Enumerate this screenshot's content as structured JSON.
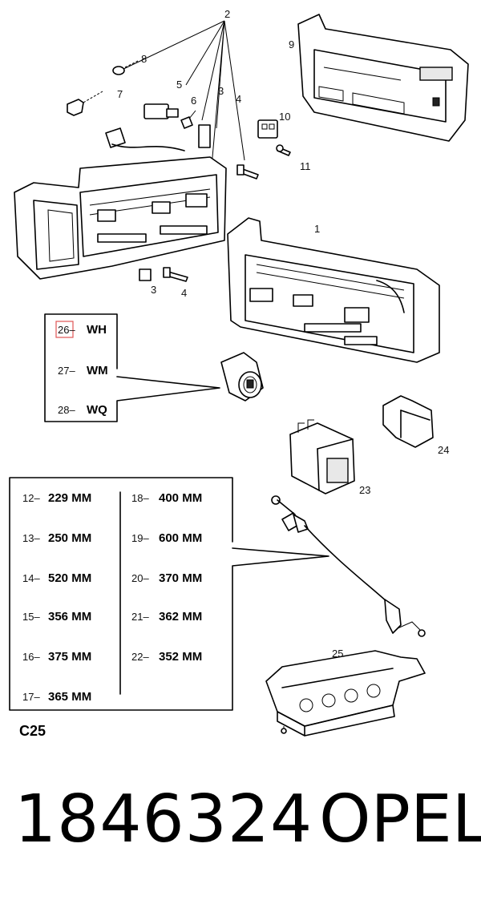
{
  "callouts": {
    "c1": "1",
    "c2": "2",
    "c3a": "3",
    "c3b": "3",
    "c4a": "4",
    "c4b": "4",
    "c5": "5",
    "c6": "6",
    "c7": "7",
    "c8": "8",
    "c9": "9",
    "c10": "10",
    "c11": "11",
    "c23": "23",
    "c24": "24",
    "c25": "25"
  },
  "connector_codes": [
    {
      "num": "26–",
      "code": "WH"
    },
    {
      "num": "27–",
      "code": "WM"
    },
    {
      "num": "28–",
      "code": "WQ"
    }
  ],
  "cable_lengths_left": [
    {
      "num": "12–",
      "value": "229 MM"
    },
    {
      "num": "13–",
      "value": "250 MM"
    },
    {
      "num": "14–",
      "value": "520 MM"
    },
    {
      "num": "15–",
      "value": "356 MM"
    },
    {
      "num": "16–",
      "value": "375 MM"
    },
    {
      "num": "17–",
      "value": "365 MM"
    }
  ],
  "cable_lengths_right": [
    {
      "num": "18–",
      "value": "400 MM"
    },
    {
      "num": "19–",
      "value": "600 MM"
    },
    {
      "num": "20–",
      "value": "370 MM"
    },
    {
      "num": "21–",
      "value": "362 MM"
    },
    {
      "num": "22–",
      "value": "352 MM"
    }
  ],
  "diagram_label": "C25",
  "footer": {
    "part_number": "1846324",
    "brand": "OPEL"
  },
  "colors": {
    "highlight_box": "#e05555"
  }
}
